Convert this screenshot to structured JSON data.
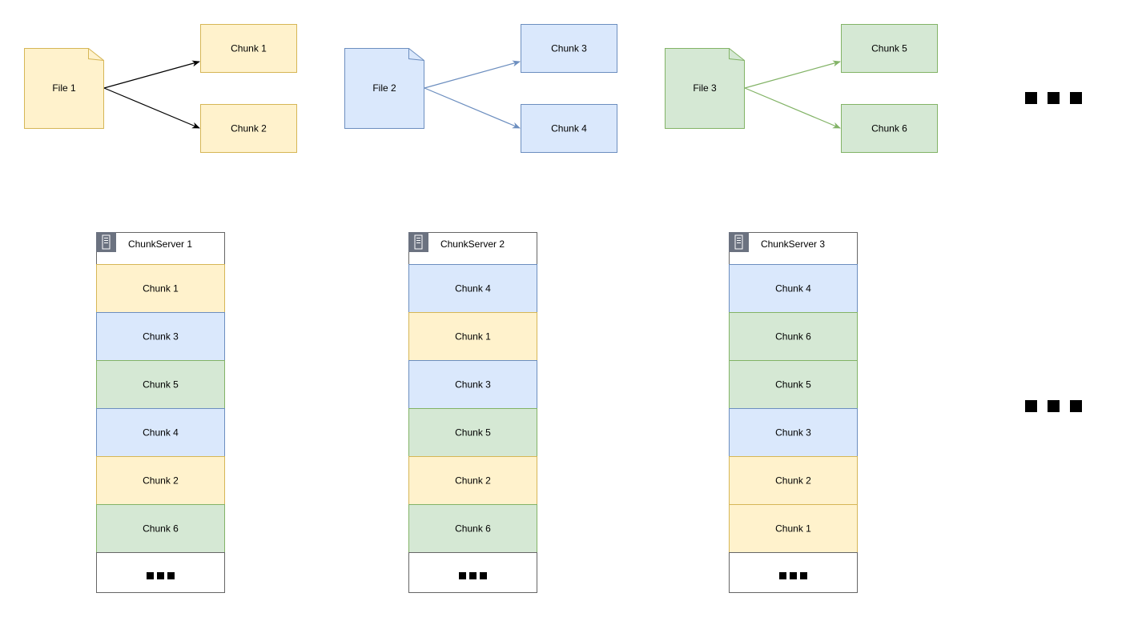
{
  "colors": {
    "yellow_fill": "#fff2cc",
    "yellow_stroke": "#d6b656",
    "blue_fill": "#dae8fc",
    "blue_stroke": "#6c8ebf",
    "green_fill": "#d5e8d4",
    "green_stroke": "#82b366",
    "arrow_black": "#000000",
    "arrow_blue": "#6c8ebf",
    "arrow_green": "#82b366",
    "server_icon_bg": "#6b7280"
  },
  "files": [
    {
      "label": "File 1",
      "color": "yellow",
      "chunks": [
        "Chunk 1",
        "Chunk 2"
      ],
      "arrow": "black"
    },
    {
      "label": "File 2",
      "color": "blue",
      "chunks": [
        "Chunk 3",
        "Chunk 4"
      ],
      "arrow": "blue"
    },
    {
      "label": "File 3",
      "color": "green",
      "chunks": [
        "Chunk 5",
        "Chunk 6"
      ],
      "arrow": "green"
    }
  ],
  "servers": [
    {
      "title": "ChunkServer 1",
      "icon": "server-icon",
      "chunks": [
        {
          "label": "Chunk 1",
          "color": "yellow"
        },
        {
          "label": "Chunk 3",
          "color": "blue"
        },
        {
          "label": "Chunk 5",
          "color": "green"
        },
        {
          "label": "Chunk 4",
          "color": "blue"
        },
        {
          "label": "Chunk 2",
          "color": "yellow"
        },
        {
          "label": "Chunk 6",
          "color": "green"
        }
      ]
    },
    {
      "title": "ChunkServer 2",
      "icon": "server-icon",
      "chunks": [
        {
          "label": "Chunk 4",
          "color": "blue"
        },
        {
          "label": "Chunk 1",
          "color": "yellow"
        },
        {
          "label": "Chunk 3",
          "color": "blue"
        },
        {
          "label": "Chunk 5",
          "color": "green"
        },
        {
          "label": "Chunk 2",
          "color": "yellow"
        },
        {
          "label": "Chunk 6",
          "color": "green"
        }
      ]
    },
    {
      "title": "ChunkServer 3",
      "icon": "server-icon",
      "chunks": [
        {
          "label": "Chunk 4",
          "color": "blue"
        },
        {
          "label": "Chunk 6",
          "color": "green"
        },
        {
          "label": "Chunk 5",
          "color": "green"
        },
        {
          "label": "Chunk 3",
          "color": "blue"
        },
        {
          "label": "Chunk 2",
          "color": "yellow"
        },
        {
          "label": "Chunk 1",
          "color": "yellow"
        }
      ]
    }
  ],
  "ellipsis_icon": "ellipsis-icon"
}
